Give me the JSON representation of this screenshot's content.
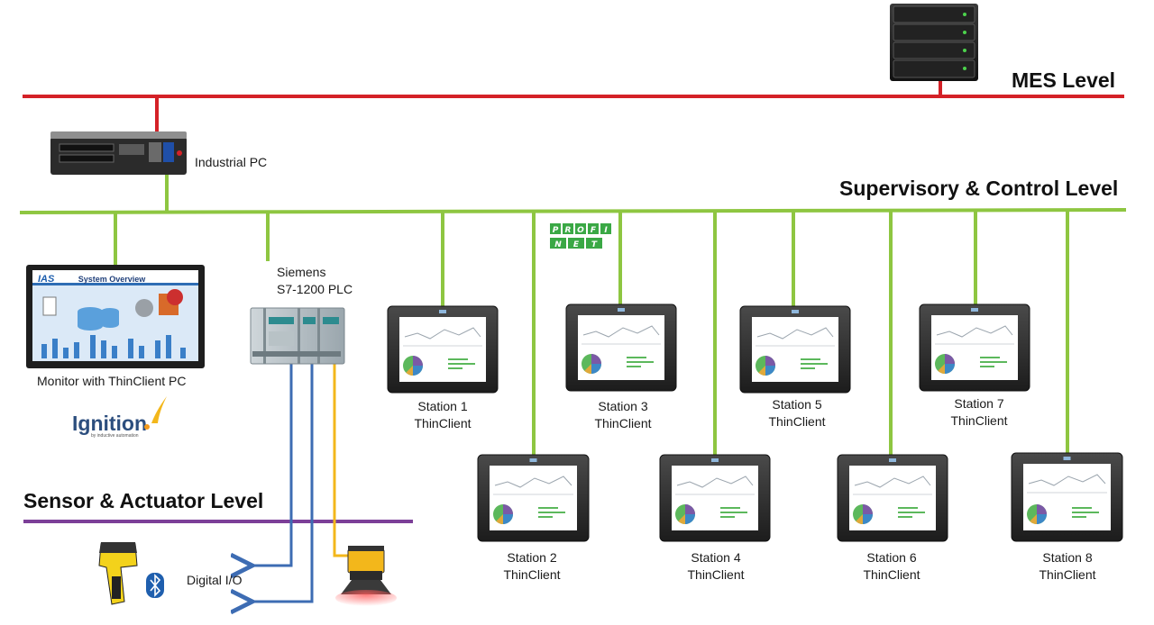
{
  "levels": {
    "mes": "MES Level",
    "supervisory": "Supervisory & Control Level",
    "sensor": "Sensor & Actuator Level"
  },
  "devices": {
    "industrial_pc": "Industrial PC",
    "plc_line1": "Siemens",
    "plc_line2": "S7-1200 PLC",
    "monitor": "Monitor with ThinClient PC",
    "monitor_screen_title": "System Overview",
    "monitor_logo": "IAS",
    "digital_io": "Digital I/O",
    "profinet_row1": [
      "P",
      "R",
      "O",
      "F",
      "I"
    ],
    "profinet_row2": [
      "N",
      "E",
      "T"
    ],
    "ignition_word": "Ignition",
    "ignition_sub": "by inductive automation"
  },
  "stations": [
    {
      "name": "Station 1",
      "type": "ThinClient"
    },
    {
      "name": "Station 2",
      "type": "ThinClient"
    },
    {
      "name": "Station 3",
      "type": "ThinClient"
    },
    {
      "name": "Station 4",
      "type": "ThinClient"
    },
    {
      "name": "Station 5",
      "type": "ThinClient"
    },
    {
      "name": "Station 6",
      "type": "ThinClient"
    },
    {
      "name": "Station 7",
      "type": "ThinClient"
    },
    {
      "name": "Station 8",
      "type": "ThinClient"
    }
  ],
  "colors": {
    "mes_bus": "#d42127",
    "control_bus": "#8ec641",
    "sensor_bus": "#7c3f98",
    "io_blue": "#3d6cb3",
    "io_yellow": "#f3b71b"
  }
}
